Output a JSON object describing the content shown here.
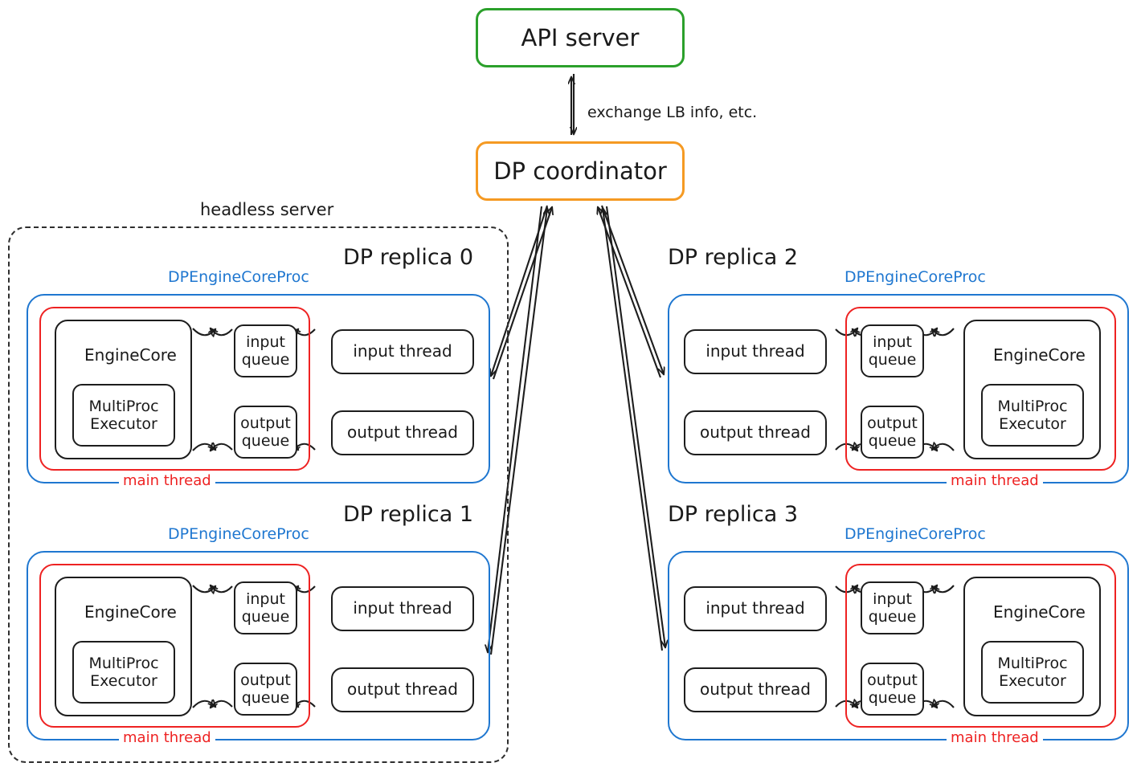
{
  "diagram": {
    "title_nodes": {
      "api_server": "API server",
      "dp_coordinator": "DP coordinator"
    },
    "edge_labels": {
      "coordinator_api": "exchange LB info, etc."
    },
    "group_labels": {
      "headless_server": "headless server",
      "proc_label": "DPEngineCoreProc",
      "main_thread": "main thread"
    },
    "colors": {
      "api_server_border": "#2ba02b",
      "coordinator_border": "#f59a23",
      "proc_border": "#1f77d0",
      "main_thread_border": "#ee2222",
      "node_border": "#1d1d1d",
      "headless_border": "#2e2e2e",
      "text": "#1a1a1a",
      "background": "#ffffff"
    },
    "replicas": [
      {
        "title": "DP replica 0",
        "orientation": "engine-left",
        "proc_label": "DPEngineCoreProc",
        "main_thread_label": "main thread",
        "engine_core": "EngineCore",
        "multiproc_executor": "MultiProc\nExecutor",
        "input_queue": "input\nqueue",
        "output_queue": "output\nqueue",
        "input_thread": "input thread",
        "output_thread": "output thread"
      },
      {
        "title": "DP replica 1",
        "orientation": "engine-left",
        "proc_label": "DPEngineCoreProc",
        "main_thread_label": "main thread",
        "engine_core": "EngineCore",
        "multiproc_executor": "MultiProc\nExecutor",
        "input_queue": "input\nqueue",
        "output_queue": "output\nqueue",
        "input_thread": "input thread",
        "output_thread": "output thread"
      },
      {
        "title": "DP replica 2",
        "orientation": "engine-right",
        "proc_label": "DPEngineCoreProc",
        "main_thread_label": "main thread",
        "engine_core": "EngineCore",
        "multiproc_executor": "MultiProc\nExecutor",
        "input_queue": "input\nqueue",
        "output_queue": "output\nqueue",
        "input_thread": "input thread",
        "output_thread": "output thread"
      },
      {
        "title": "DP replica 3",
        "orientation": "engine-right",
        "proc_label": "DPEngineCoreProc",
        "main_thread_label": "main thread",
        "engine_core": "EngineCore",
        "multiproc_executor": "MultiProc\nExecutor",
        "input_queue": "input\nqueue",
        "output_queue": "output\nqueue",
        "input_thread": "input thread",
        "output_thread": "output thread"
      }
    ]
  }
}
